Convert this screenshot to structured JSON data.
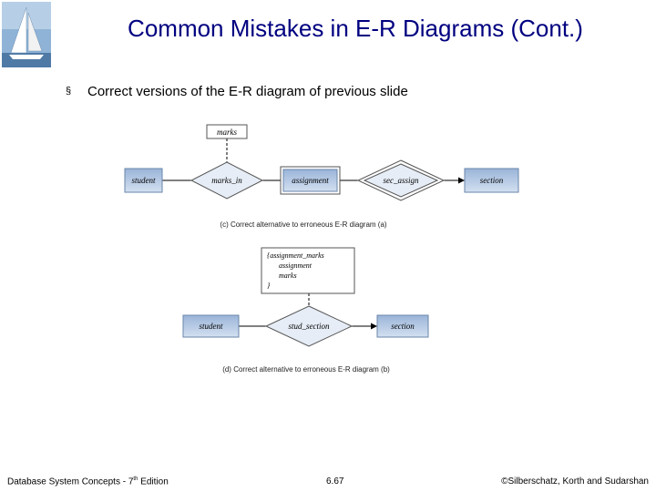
{
  "slide": {
    "title": "Common Mistakes in E-R Diagrams (Cont.)",
    "bullet": "Correct versions of the E-R diagram of previous slide"
  },
  "diagram_c": {
    "attribute": "marks",
    "entities": [
      "student",
      "assignment",
      "section"
    ],
    "relationships": [
      "marks_in",
      "sec_assign"
    ],
    "caption": "(c) Correct alternative to erroneous E-R diagram (a)"
  },
  "diagram_d": {
    "attribute_lines": [
      "{assignment_marks",
      "assignment",
      "marks",
      "}"
    ],
    "entities": [
      "student",
      "section"
    ],
    "relationship": "stud_section",
    "caption": "(d) Correct alternative to erroneous E-R diagram (b)"
  },
  "footer": {
    "left_prefix": "Database System Concepts - 7",
    "left_sup": "th",
    "left_suffix": " Edition",
    "page": "6.67",
    "copyright": "©Silberschatz, Korth and Sudarshan"
  },
  "colors": {
    "title": "#000080",
    "entity_header": "#9ab4d8",
    "entity_body": "#c5d5ea"
  }
}
